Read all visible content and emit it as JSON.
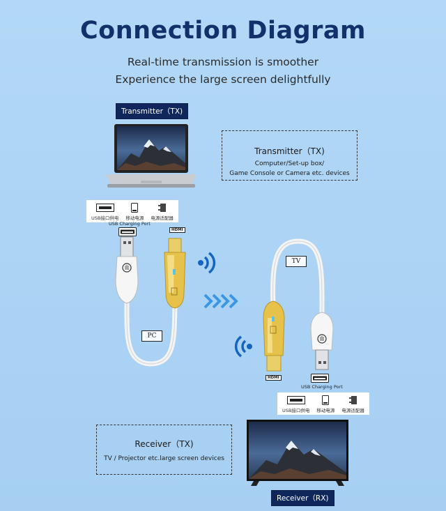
{
  "header": {
    "title": "Connection Diagram",
    "subtitle_line1": "Real-time transmission is smoother",
    "subtitle_line2": "Experience the large screen delightfully"
  },
  "transmitter": {
    "tag": "Transmitter（TX)",
    "box_title": "Transmitter（TX)",
    "box_line1": "Computer/Set-up box/",
    "box_line2": "Game Console or Camera etc. devices"
  },
  "receiver": {
    "tag": "Receiver（RX)",
    "box_title": "Receiver（TX)",
    "box_line1": "TV / Projector etc.large screen devices"
  },
  "power_options": [
    {
      "label": "USB接口供电",
      "icon": "usb-port-icon"
    },
    {
      "label": "移动电源",
      "icon": "power-bank-icon"
    },
    {
      "label": "电源适配器",
      "icon": "power-adapter-icon"
    }
  ],
  "usb_charging_port": "USB Charging Port",
  "hdmi_label": "HDMI",
  "pc_label": "PC",
  "tv_label": "TV",
  "colors": {
    "background": "#a9d1f3",
    "title": "#12306a",
    "tag": "#10275c",
    "gold": "#e7c24a",
    "wifi": "#1565c0",
    "arrows": "#2f8fe0"
  }
}
